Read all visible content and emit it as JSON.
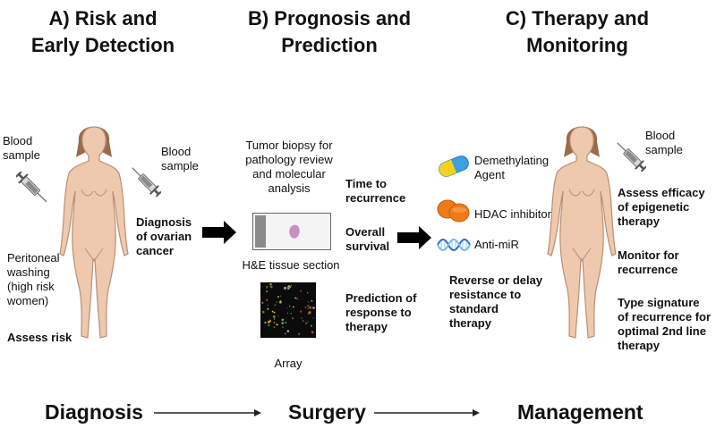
{
  "headers": {
    "a_line1": "A) Risk and",
    "a_line2": "Early Detection",
    "b_line1": "B) Prognosis and",
    "b_line2": "Prediction",
    "c_line1": "C) Therapy and",
    "c_line2": "Monitoring"
  },
  "section_a": {
    "blood_left_1": "Blood",
    "blood_left_2": "sample",
    "blood_right_1": "Blood",
    "blood_right_2": "sample",
    "diagnosis_1": "Diagnosis",
    "diagnosis_2": "of ovarian",
    "diagnosis_3": "cancer",
    "peritoneal_1": "Peritoneal",
    "peritoneal_2": "washing",
    "peritoneal_3": "(high risk",
    "peritoneal_4": "women)",
    "assess_risk": "Assess risk"
  },
  "section_b": {
    "biopsy_1": "Tumor biopsy for",
    "biopsy_2": "pathology review",
    "biopsy_3": "and molecular",
    "biopsy_4": "analysis",
    "he_label": "H&E tissue section",
    "array_label": "Array",
    "time_1": "Time to",
    "time_2": "recurrence",
    "overall_1": "Overall",
    "overall_2": "survival",
    "prediction_1": "Prediction of",
    "prediction_2": "response to",
    "prediction_3": "therapy"
  },
  "section_c": {
    "agent_1_line1": "Demethylating",
    "agent_1_line2": "Agent",
    "agent_2": "HDAC inhibitor",
    "agent_3": "Anti-miR",
    "reverse_1": "Reverse or delay",
    "reverse_2": "resistance to",
    "reverse_3": "standard",
    "reverse_4": "therapy",
    "blood_1": "Blood",
    "blood_2": "sample",
    "assess_1": "Assess efficacy",
    "assess_2": "of epigenetic",
    "assess_3": "therapy",
    "monitor_1": "Monitor for",
    "monitor_2": "recurrence",
    "type_1": "Type signature",
    "type_2": "of recurrence for",
    "type_3": "optimal 2nd line",
    "type_4": "therapy"
  },
  "footer": {
    "diagnosis": "Diagnosis",
    "surgery": "Surgery",
    "management": "Management"
  },
  "icons": [
    "female-body-icon",
    "syringe-icon",
    "block-arrow-icon",
    "slide-icon",
    "microarray-icon",
    "pill-icon",
    "dna-icon"
  ],
  "colors": {
    "skin": "#efc9ad",
    "skin_stroke": "#b98f74",
    "hair": "#9a6b49",
    "pill_yellow": "#f2d21b",
    "pill_blue": "#3aa0e0",
    "pill_orange": "#ef7a18",
    "tissue": "#c98fc4"
  }
}
